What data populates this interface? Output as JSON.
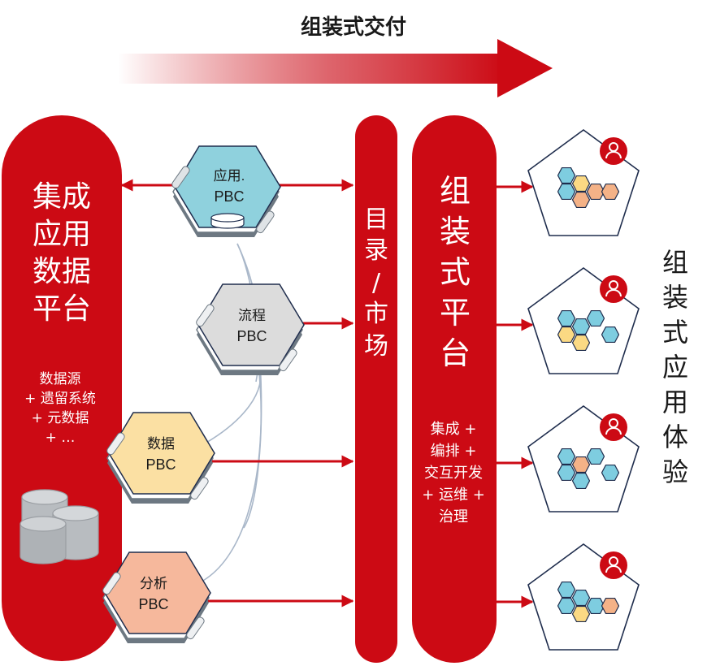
{
  "title": "组装式交付",
  "left_platform": {
    "title_lines": [
      "集成",
      "应用",
      "数据",
      "平台"
    ],
    "sources": [
      "数据源",
      "+ 遗留系统",
      "+ 元数据",
      "+ …"
    ]
  },
  "pbcs": [
    {
      "line1": "应用.",
      "line2": "PBC",
      "color": "#8fd1dd"
    },
    {
      "line1": "流程",
      "line2": "PBC",
      "color": "#dcdcdc"
    },
    {
      "line1": "数据",
      "line2": "PBC",
      "color": "#fbe0a3"
    },
    {
      "line1": "分析",
      "line2": "PBC",
      "color": "#f6b89c"
    }
  ],
  "catalog_lines": [
    "目",
    "录",
    "/",
    "市",
    "场"
  ],
  "composable_platform": {
    "title_lines": [
      "组",
      "装",
      "式",
      "平",
      "台"
    ],
    "capabilities": [
      "集成 +",
      "编排 +",
      "交互开发",
      "+ 运维 +",
      "治理"
    ]
  },
  "experience_lines": [
    "组",
    "装",
    "式",
    "应",
    "用",
    "体",
    "验"
  ],
  "colors": {
    "brand_red": "#cc0a14",
    "hex_blue": "#7ecde0",
    "hex_yellow": "#fbd983",
    "hex_orange": "#f4b287",
    "outline_navy": "#1f2d4d"
  },
  "icons": [
    "database-icon",
    "user-icon",
    "hexagon-cluster-icon",
    "pentagon-icon"
  ]
}
